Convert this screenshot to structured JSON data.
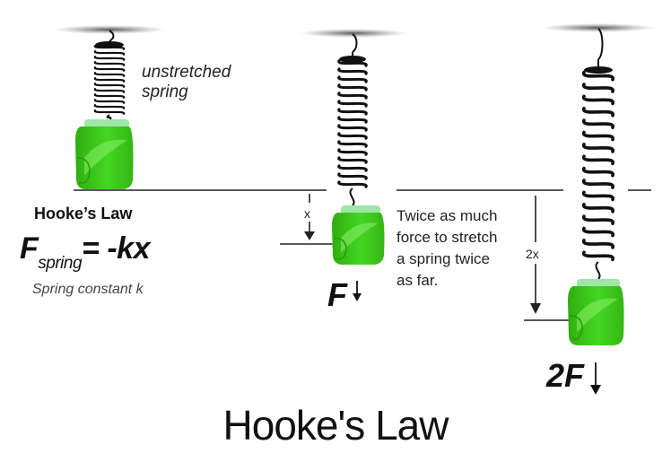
{
  "labels": {
    "unstretched": "unstretched\nspring",
    "law_heading": "Hooke’s Law",
    "formula_main": "F",
    "formula_sub": "spring",
    "formula_rest": "= -kx",
    "constant": "Spring constant k",
    "twice_text": "Twice as much\nforce to stretch\na spring twice\nas far.",
    "x_label": "x",
    "x2_label": "2x",
    "force1": "F",
    "force2": "2F",
    "title": "Hooke's Law"
  },
  "colors": {
    "spring": "#111111",
    "mass_body": "#3ed11e",
    "mass_highlight": "#8af06a",
    "mass_cap": "#9fe6a8",
    "shadow": "#555555",
    "lines": "#222222"
  }
}
